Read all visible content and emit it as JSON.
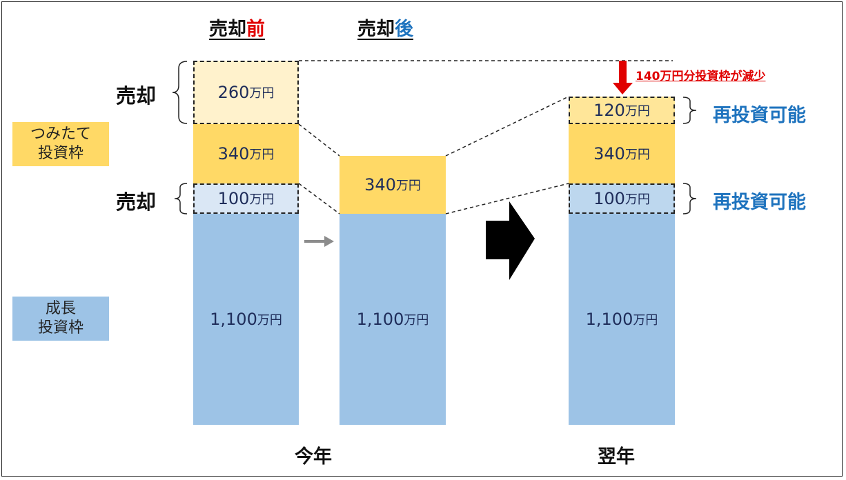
{
  "colors": {
    "tsumitate": "#ffd966",
    "tsumitate_light": "#fff2cc",
    "growth": "#9dc3e6",
    "growth_light": "#dae7f5",
    "red": "#e00000",
    "blue": "#1e73be",
    "value_text": "#1f2d5a"
  },
  "headers": {
    "before_prefix": "売却",
    "before_suffix": "前",
    "after_prefix": "売却",
    "after_suffix": "後"
  },
  "legend": {
    "tsumitate_line1": "つみたて",
    "tsumitate_line2": "投資枠",
    "growth_line1": "成長",
    "growth_line2": "投資枠"
  },
  "labels": {
    "sell_top": "売却",
    "sell_mid": "売却",
    "reinvest_top": "再投資可能",
    "reinvest_mid": "再投資可能",
    "decrease_note": "140万円分投資枠が減少",
    "year_this": "今年",
    "year_next": "翌年"
  },
  "unit": "万円",
  "columns": {
    "before": {
      "growth": "1,100",
      "growth_sold": "100",
      "tsumitate": "340",
      "tsumitate_sold": "260"
    },
    "after": {
      "growth": "1,100",
      "tsumitate": "340"
    },
    "next": {
      "growth": "1,100",
      "growth_reinvest": "100",
      "tsumitate": "340",
      "tsumitate_reinvest": "120"
    }
  },
  "icons": {
    "small_arrow": "arrow-right-icon",
    "big_arrow": "arrow-right-icon",
    "down_arrow": "arrow-down-icon"
  }
}
